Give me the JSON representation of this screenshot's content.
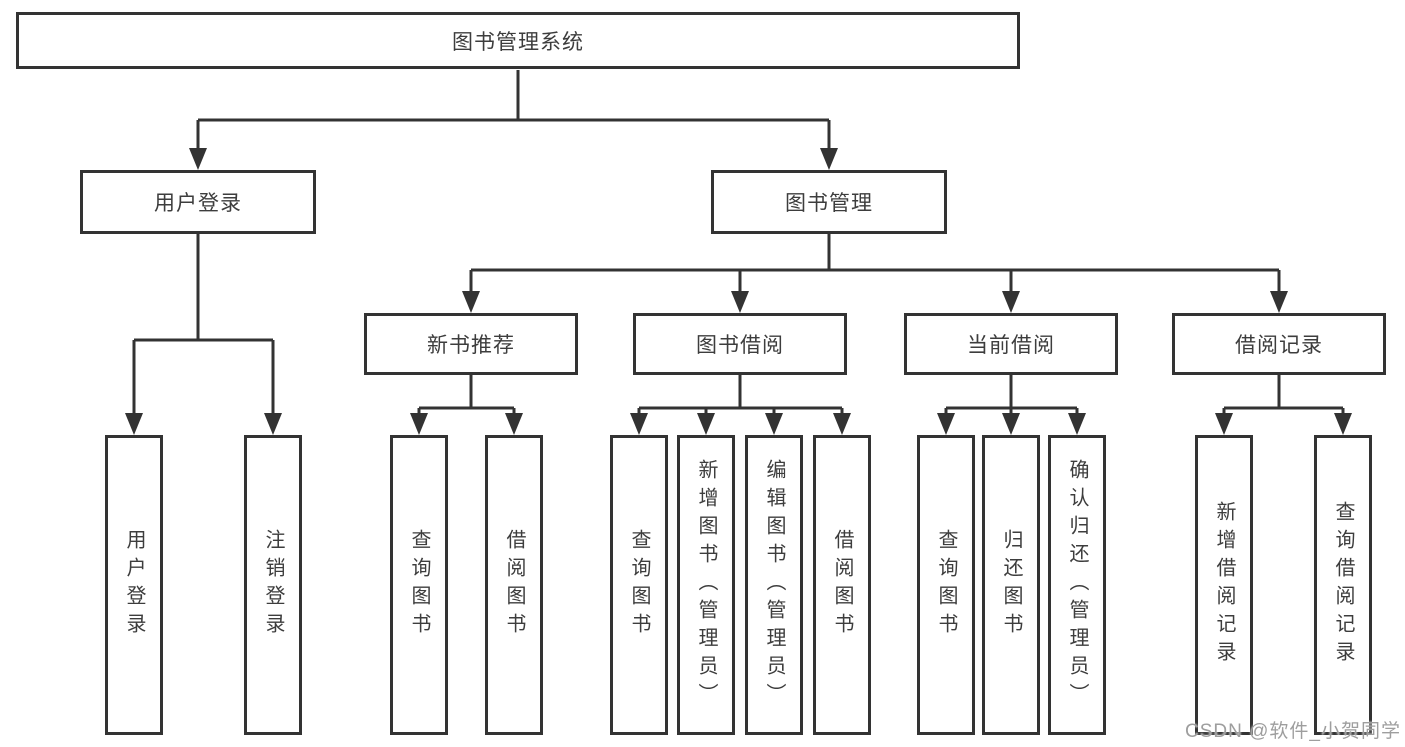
{
  "tree": {
    "root": {
      "label": "图书管理系统",
      "children": [
        {
          "label": "用户登录",
          "children": [
            {
              "label": "用户登录"
            },
            {
              "label": "注销登录"
            }
          ]
        },
        {
          "label": "图书管理",
          "children": [
            {
              "label": "新书推荐",
              "children": [
                {
                  "label": "查询图书"
                },
                {
                  "label": "借阅图书"
                }
              ]
            },
            {
              "label": "图书借阅",
              "children": [
                {
                  "label": "查询图书"
                },
                {
                  "label": "新增图书（管理员）"
                },
                {
                  "label": "编辑图书（管理员）"
                },
                {
                  "label": "借阅图书"
                }
              ]
            },
            {
              "label": "当前借阅",
              "children": [
                {
                  "label": "查询图书"
                },
                {
                  "label": "归还图书"
                },
                {
                  "label": "确认归还（管理员）"
                }
              ]
            },
            {
              "label": "借阅记录",
              "children": [
                {
                  "label": "新增借阅记录"
                },
                {
                  "label": "查询借阅记录"
                }
              ]
            }
          ]
        }
      ]
    }
  },
  "watermark": {
    "text": "CSDN @软件_小贺同学"
  },
  "colors": {
    "line": "#333333",
    "box_border": "#333333",
    "text": "#3d3d3d",
    "background": "#ffffff",
    "watermark": "#9e9e9e"
  }
}
